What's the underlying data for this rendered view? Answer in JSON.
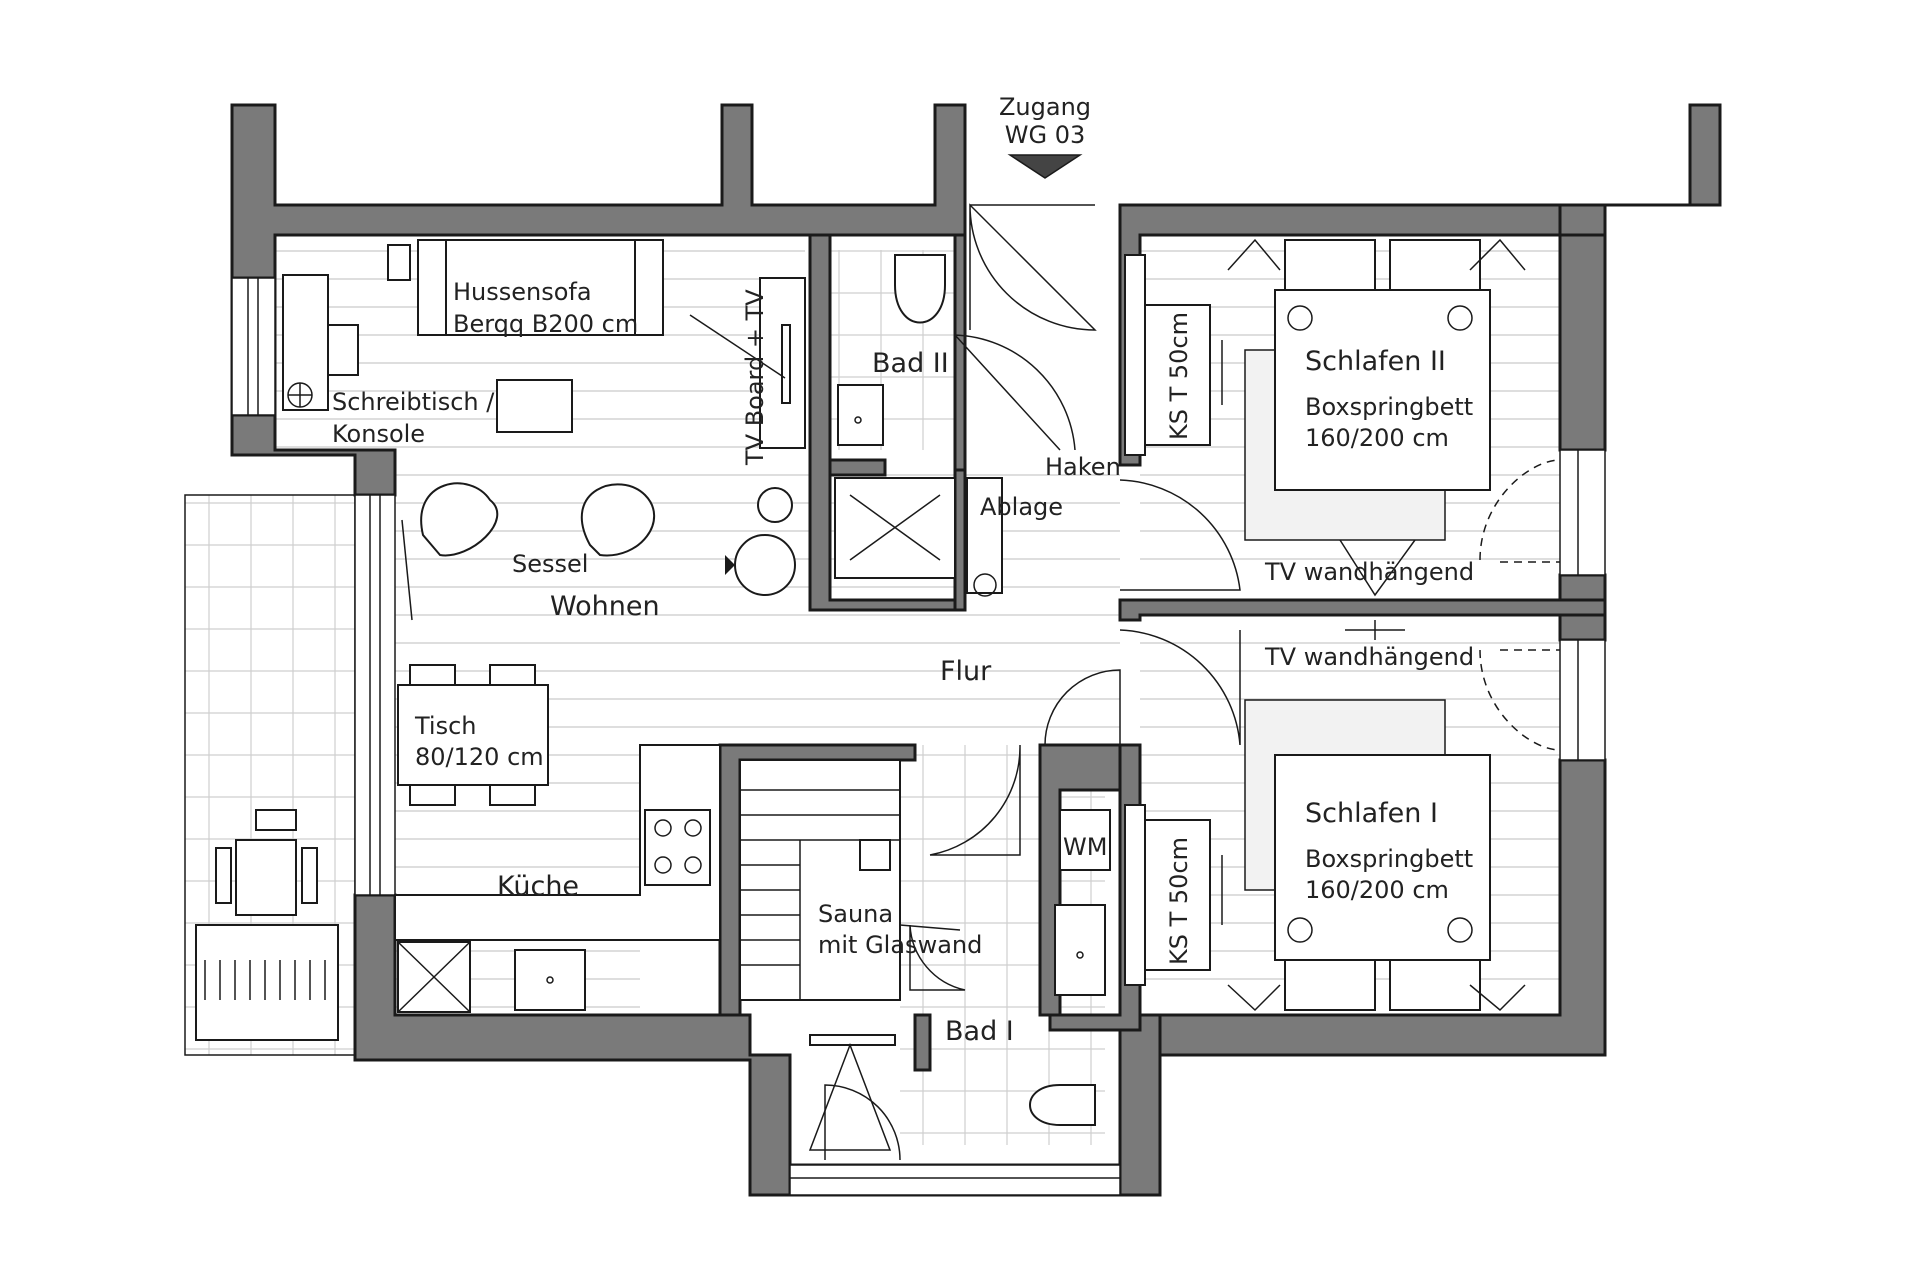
{
  "plan": {
    "entrance_label_line1": "Zugang",
    "entrance_label_line2": "WG 03",
    "rooms": {
      "wohnen": "Wohnen",
      "kueche": "Küche",
      "flur": "Flur",
      "bad_ii": "Bad II",
      "bad_i": "Bad I",
      "schlafen_ii": "Schlafen II",
      "schlafen_i": "Schlafen I",
      "sauna_line1": "Sauna",
      "sauna_line2": "mit Glaswand"
    },
    "furniture": {
      "sofa_line1": "Hussensofa",
      "sofa_line2": "Berqq B200 cm",
      "desk_line1": "Schreibtisch /",
      "desk_line2": "Konsole",
      "tv_board": "TV Board + TV",
      "sessel": "Sessel",
      "table_line1": "Tisch",
      "table_line2": "80/120 cm",
      "haken": "Haken",
      "ablage": "Ablage",
      "tv_wall_upper": "TV wandhängend",
      "tv_wall_lower": "TV wandhängend",
      "wardrobe_upper": "KS T 50cm",
      "wardrobe_lower": "KS T 50cm",
      "bed_ii_line1": "Boxspringbett",
      "bed_ii_line2": "160/200 cm",
      "bed_i_line1": "Boxspringbett",
      "bed_i_line2": "160/200 cm",
      "wm": "WM"
    },
    "colors": {
      "wall": "#7a7a7a",
      "line": "#1a1a1a",
      "floor_hatch": "#c9c9c9"
    }
  }
}
